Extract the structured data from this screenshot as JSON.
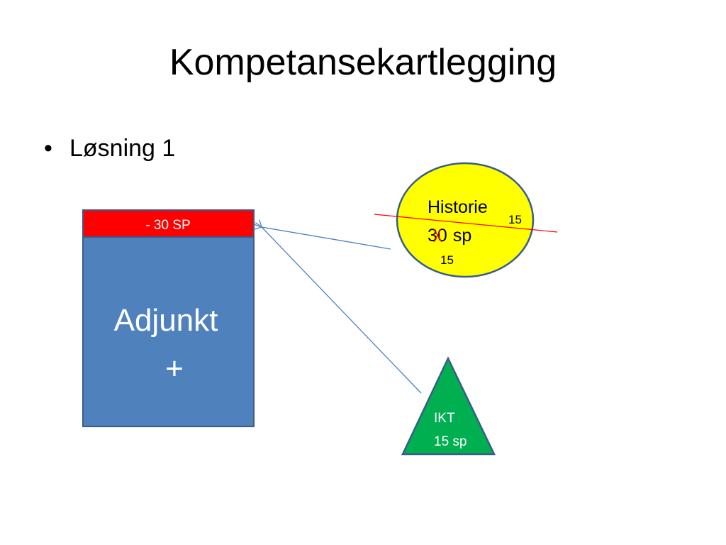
{
  "slide": {
    "title": "Kompetansekartlegging",
    "bullet": {
      "marker": "•",
      "text": "Løsning 1"
    }
  },
  "diagram": {
    "adjunkt_box": {
      "header_label": "- 30 SP",
      "label_line1": "Adjunkt",
      "label_line2": "+",
      "fill_color": "#4F81BD",
      "header_color": "#FF0000",
      "border_color": "#385D8A"
    },
    "historie_ellipse": {
      "label_line1": "Historie",
      "label_line2_number": "30",
      "label_line2_unit": "sp",
      "annotation_top": "15",
      "annotation_bottom": "15",
      "fill_color": "#FFFF00",
      "border_color": "#385D8A",
      "strike_color": "#FF0000"
    },
    "ikt_triangle": {
      "label_line1": "IKT",
      "label_line2": "15 sp",
      "fill_color": "#00B050",
      "border_color": "#385D8A"
    },
    "arrow_color": "#4F81BD"
  }
}
